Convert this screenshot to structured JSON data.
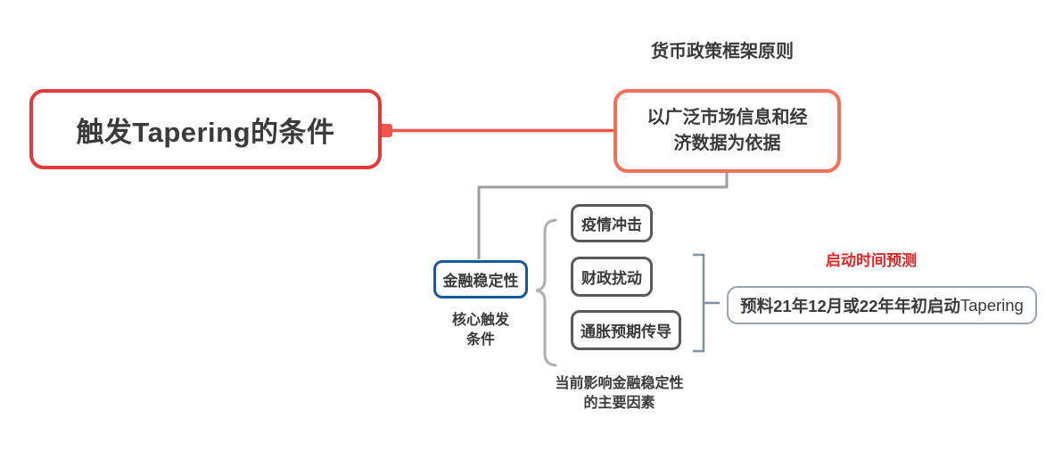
{
  "canvas": {
    "bg": "#ffffff"
  },
  "colors": {
    "canvas_bg": "#ffffff",
    "root_border": "#E23A3A",
    "branch_border": "#F37059",
    "connector_red": "#F0564A",
    "connector_gray": "#9E9E9E",
    "brace_gray": "#AFAFAF",
    "bracket_gray": "#8290A0",
    "finance_border": "#18599B",
    "factor_border": "#5A5A5A",
    "prediction_border": "#99A4B0",
    "text_dark": "#3A3A3A",
    "label_red": "#E02525"
  },
  "nodes": {
    "root": {
      "label": "触发Tapering的条件"
    },
    "principle_label": "货币政策框架原则",
    "principle": {
      "line1": "以广泛市场信息和经",
      "line2": "济数据为依据"
    },
    "finance": {
      "label": "金融稳定性",
      "note_line1": "核心触发",
      "note_line2": "条件"
    },
    "factors": [
      {
        "label": "疫情冲击"
      },
      {
        "label": "财政扰动"
      },
      {
        "label": "通胀预期传导"
      }
    ],
    "factors_note": {
      "line1": "当前影响金融稳定性",
      "line2": "的主要因素"
    },
    "prediction_label": "启动时间预测",
    "prediction": {
      "text_cn": "预料21年12月或22年年初启动",
      "text_en": "Tapering"
    }
  }
}
